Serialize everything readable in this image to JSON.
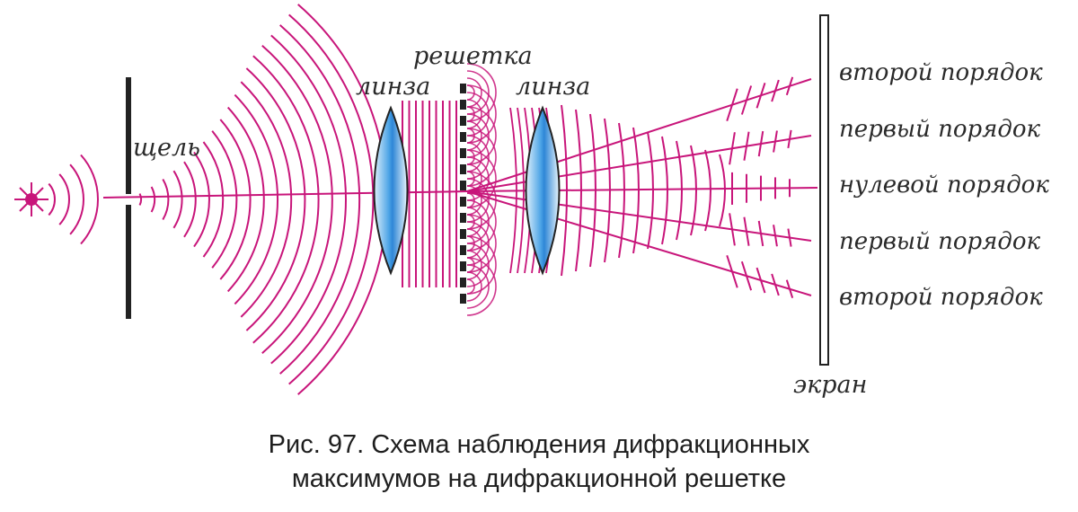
{
  "labels": {
    "slit": "щель",
    "grating": "решетка",
    "lens_left": "линза",
    "lens_right": "линза",
    "screen": "экран"
  },
  "orders": [
    {
      "label": "второй порядок"
    },
    {
      "label": "первый порядок"
    },
    {
      "label": "нулевой порядок"
    },
    {
      "label": "первый порядок"
    },
    {
      "label": "второй порядок"
    }
  ],
  "caption": {
    "line1": "Рис. 97. Схема наблюдения дифракционных",
    "line2": "максимумов на дифракционной решетке"
  },
  "colors": {
    "wave": "#c8157a",
    "lens": "#5aaee8",
    "ink": "#222222"
  }
}
